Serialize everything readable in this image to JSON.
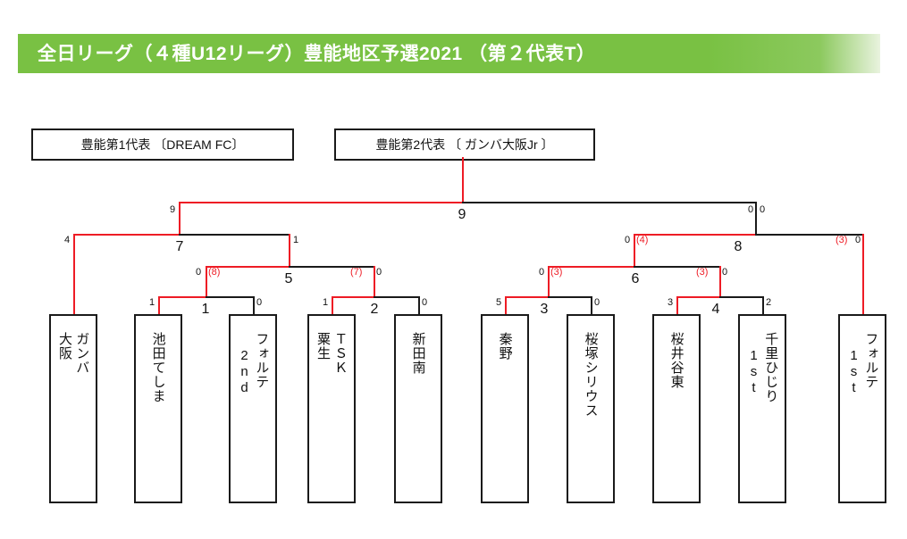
{
  "header": {
    "title": "全日リーグ（４種U12リーグ）豊能地区予選2021 （第２代表T）",
    "bar_color": "#79c143",
    "text_color": "#ffffff"
  },
  "representatives": [
    {
      "label": "豊能第1代表 〔DREAM FC〕"
    },
    {
      "label": "豊能第2代表 〔 ガンバ大阪Jr 〕"
    }
  ],
  "colors": {
    "winner_line": "#ee1c25",
    "loser_line": "#1a1a1a",
    "pk_text": "#ee1c25"
  },
  "teams": [
    {
      "name": "ガンバ\n大阪",
      "advanced": true
    },
    {
      "name": "池田てしま",
      "advanced": true
    },
    {
      "name": "フォルテ\n 2nd",
      "advanced": false
    },
    {
      "name": "ＴＳＫ\n粟生",
      "advanced": true
    },
    {
      "name": "新田南",
      "advanced": false
    },
    {
      "name": "秦野",
      "advanced": true
    },
    {
      "name": "桜塚シリウス",
      "advanced": false
    },
    {
      "name": "桜井谷東",
      "advanced": true
    },
    {
      "name": "千里ひじり\n 1st",
      "advanced": false
    },
    {
      "name": "フォルテ\n 1st",
      "advanced": true
    }
  ],
  "matches": [
    {
      "no": "1",
      "left_score": "1",
      "right_score": "0",
      "left_pk": "",
      "right_pk": "",
      "winner": "left",
      "round": "r1"
    },
    {
      "no": "2",
      "left_score": "1",
      "right_score": "0",
      "left_pk": "",
      "right_pk": "",
      "winner": "left",
      "round": "r1"
    },
    {
      "no": "3",
      "left_score": "5",
      "right_score": "0",
      "left_pk": "",
      "right_pk": "",
      "winner": "left",
      "round": "r1"
    },
    {
      "no": "4",
      "left_score": "3",
      "right_score": "2",
      "left_pk": "",
      "right_pk": "",
      "winner": "left",
      "round": "r1"
    },
    {
      "no": "5",
      "left_score": "0",
      "right_score": "0",
      "left_pk": "(8)",
      "right_pk": "(7)",
      "winner": "left",
      "round": "r2"
    },
    {
      "no": "6",
      "left_score": "0",
      "right_score": "0",
      "left_pk": "(3)",
      "right_pk": "(3)",
      "winner": "right",
      "round": "r2"
    },
    {
      "no": "7",
      "left_score": "4",
      "right_score": "1",
      "left_pk": "",
      "right_pk": "",
      "winner": "left",
      "round": "r3"
    },
    {
      "no": "8",
      "left_score": "0",
      "right_score": "0",
      "left_pk": "(4)",
      "right_pk": "(3)",
      "winner": "right",
      "round": "r3"
    },
    {
      "no": "9",
      "left_score": "9",
      "right_score": "0",
      "left_pk": "",
      "right_pk": "",
      "winner": "left",
      "round": "final"
    }
  ]
}
